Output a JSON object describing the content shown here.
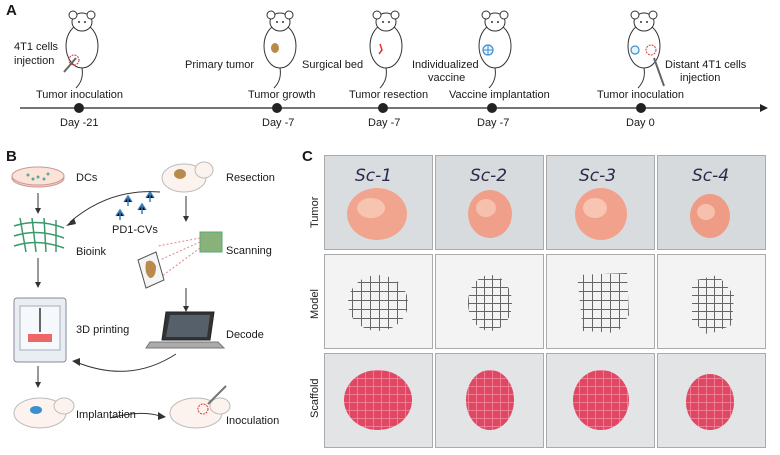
{
  "panels": {
    "a": "A",
    "b": "B",
    "c": "C"
  },
  "panelA": {
    "events": [
      {
        "above": "Tumor inoculation",
        "day": "Day -21"
      },
      {
        "above": "Tumor growth",
        "day": "Day -7"
      },
      {
        "above": "Tumor resection",
        "day": "Day -7"
      },
      {
        "above": "Vaccine implantation",
        "day": "Day -7"
      },
      {
        "above": "Tumor inoculation",
        "day": "Day 0"
      }
    ],
    "notes": {
      "cells_injection_1": "4T1 cells",
      "cells_injection_2": "injection",
      "primary_tumor": "Primary tumor",
      "surgical_bed": "Surgical bed",
      "vaccine_1": "Individualized",
      "vaccine_2": "vaccine",
      "distant_1": "Distant 4T1 cells",
      "distant_2": "injection"
    }
  },
  "panelB": {
    "dcs": "DCs",
    "pd1": "PD1-CVs",
    "bioink": "Bioink",
    "resection": "Resection",
    "scanning": "Scanning",
    "printing": "3D printing",
    "decode": "Decode",
    "implantation": "Implantation",
    "inoculation": "Inoculation"
  },
  "panelC": {
    "rows": [
      "Tumor",
      "Model",
      "Scaffold"
    ],
    "samples": [
      "Sc-1",
      "Sc-2",
      "Sc-3",
      "Sc-4"
    ]
  },
  "colors": {
    "tumor": "#f2a58e",
    "scaffold": "#e04763",
    "timeline": "#222222"
  }
}
